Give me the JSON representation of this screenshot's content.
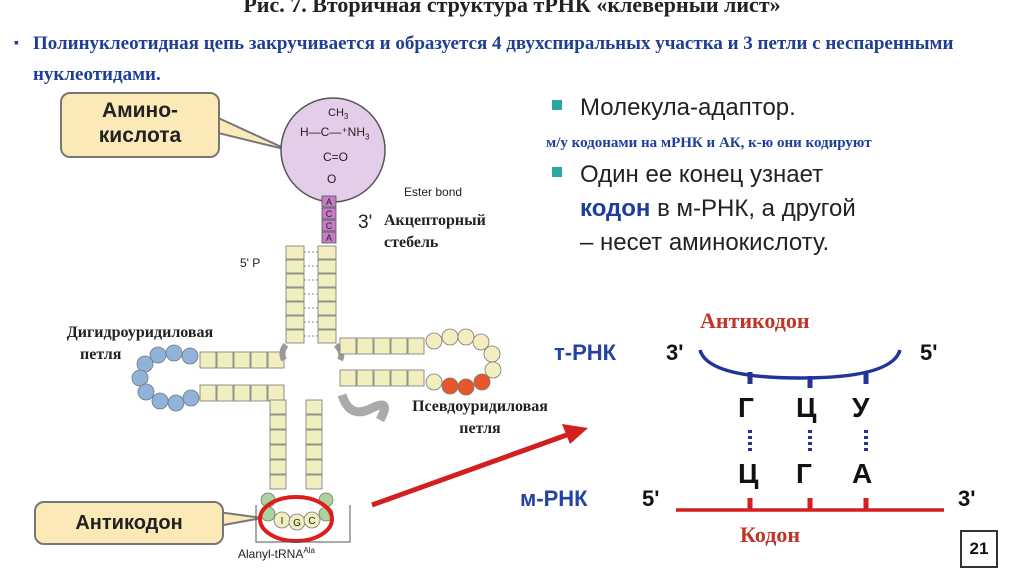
{
  "title": "Рис. 7. Вторичная структура тРНК «клеверный лист»",
  "bullet": {
    "marker": "▪",
    "text": "Полинуклеотидная цепь закручивается и образуется 4 двухспиральных участка и 3 петли с неспаренными нуклеотидами."
  },
  "diagram": {
    "aa_box": "Амино-кислота",
    "aa_box_line1": "Амино-",
    "aa_box_line2": "кислота",
    "ch3": "CH",
    "ch3_sub": "3",
    "h_c_nh3": "H—C—⁺NH",
    "nh3_sub": "3",
    "c_o": "C=O",
    "o": "O",
    "ester_bond": "Ester bond",
    "three_prime": "3'",
    "five_prime_p": "5' P",
    "acceptor_line1": "Акцепторный",
    "acceptor_line2": "стебель",
    "dihydro_line1": "Дигидроуридиловая",
    "dihydro_line2": "петля",
    "pseudo_line1": "Псевдоуридиловая",
    "pseudo_line2": "петля",
    "anticodon_box": "Антикодон",
    "alanyl": "Alanyl-tRNA",
    "alanyl_sup": "Ala",
    "acc_letters": [
      "A",
      "C",
      "C",
      "A"
    ],
    "anticodon_letters": [
      "I",
      "G",
      "C"
    ]
  },
  "right": {
    "b1": "Молекула-адаптор.",
    "sub": "м/у кодонами на мРНК и АК, к-ю они кодируют",
    "b2_line1": "Один ее конец узнает",
    "b2_line2_bold": "кодон",
    "b2_line2_rest": " в м-РНК, а другой",
    "b2_line3": "– несет аминокислоту."
  },
  "pairing": {
    "anticodon_label": "Антикодон",
    "trna_label": "т-РНК",
    "trna_3": "3'",
    "trna_5": "5'",
    "top_letters": [
      "Г",
      "Ц",
      "У"
    ],
    "bottom_letters": [
      "Ц",
      "Г",
      "А"
    ],
    "mrna_label": "м-РНК",
    "mrna_5": "5'",
    "mrna_3": "3'",
    "codon_label": "Кодон"
  },
  "page_number": "21",
  "colors": {
    "title_blue": "#1f3f96",
    "callout_fill": "#fbe9b8",
    "trna_line": "#23339a",
    "mrna_line": "#d21f1f",
    "codon_red": "#c0352a",
    "circle_red": "#e01b1b",
    "bead_yellow": "#f2eebf",
    "bead_blue": "#8fb3db",
    "bead_purple": "#c77ac7",
    "bead_red": "#e8572a",
    "bead_green": "#a9d59a"
  }
}
